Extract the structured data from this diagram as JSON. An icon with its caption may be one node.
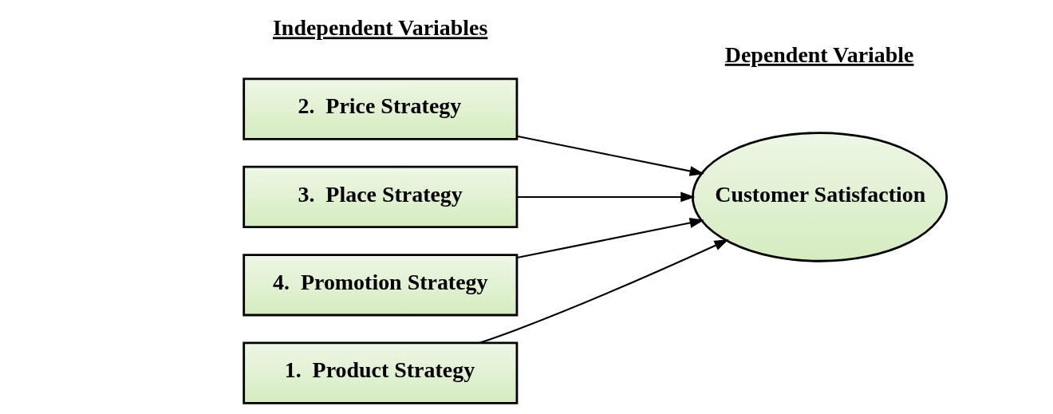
{
  "diagram": {
    "nodes": [
      {
        "text": [
          "1.  Product Strategy"
        ]
      },
      {
        "text": [
          "2.  Price Strategy"
        ]
      },
      {
        "text": [
          "3.  Place Strategy"
        ]
      },
      {
        "text": [
          "4.  Promotion Strategy"
        ]
      },
      {
        "text": [
          "Customer Satisfaction"
        ]
      }
    ],
    "edges": [
      {
        "from": 0,
        "to": 4,
        "arrow": "to"
      },
      {
        "from": 1,
        "to": 4,
        "arrow": "to"
      },
      {
        "from": 2,
        "to": 4,
        "arrow": "to"
      },
      {
        "from": 3,
        "to": 4,
        "arrow": "to"
      }
    ],
    "labels": [
      "Independent Variables",
      "Dependent Variable"
    ]
  }
}
